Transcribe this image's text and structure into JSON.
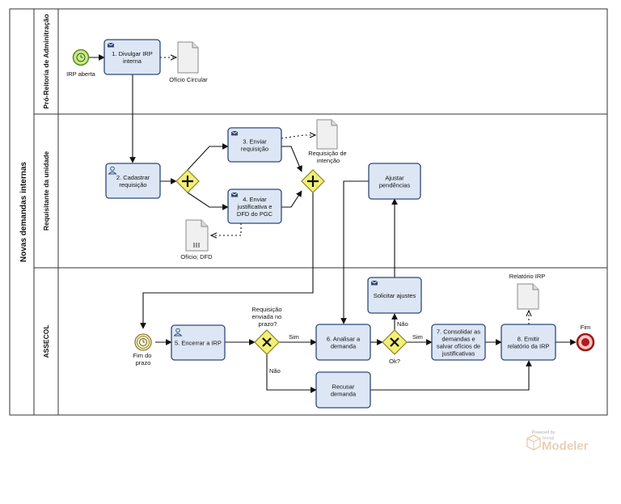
{
  "pool": {
    "title": "Novas demandas internas"
  },
  "lanes": [
    {
      "id": "lane1",
      "title": "Pró-Reitoria de Adminitração"
    },
    {
      "id": "lane2",
      "title": "Requisitante da unidade"
    },
    {
      "id": "lane3",
      "title": "ASSECOL"
    }
  ],
  "events": {
    "start": "IRP aberta",
    "timer": "Fim do prazo",
    "end": "Fim"
  },
  "tasks": {
    "t1": "1. Divulgar IRP interna",
    "t2": "2. Cadastrar requisição",
    "t3": "3. Enviar requisição",
    "t4": "4. Enviar justificativa e DFD do PGC",
    "t5": "5. Encerrar a IRP",
    "t6": "6. Analisar a demanda",
    "t7": "7. Consolidar as demandas e salvar ofícios de justificativas",
    "t8": "8. Emitir relatório da IRP",
    "ajustar": "Ajustar pendências",
    "solicitar": "Solicitar ajustes",
    "recusar": "Recusar demanda"
  },
  "documents": {
    "d1": "Ofício Circular",
    "d2": "Requisição de intenção",
    "d3": "Ofício; DFD",
    "d4": "Relatório IRP"
  },
  "gateways": {
    "g3": "Requisição enviada no prazo?",
    "g4": "Ok?"
  },
  "flow_labels": {
    "sim1": "Sim",
    "nao1": "Não",
    "sim2": "Sim",
    "nao2": "Não"
  },
  "watermark": {
    "powered": "Powered by",
    "bizagi": "bizagi",
    "brand": "Modeler"
  }
}
